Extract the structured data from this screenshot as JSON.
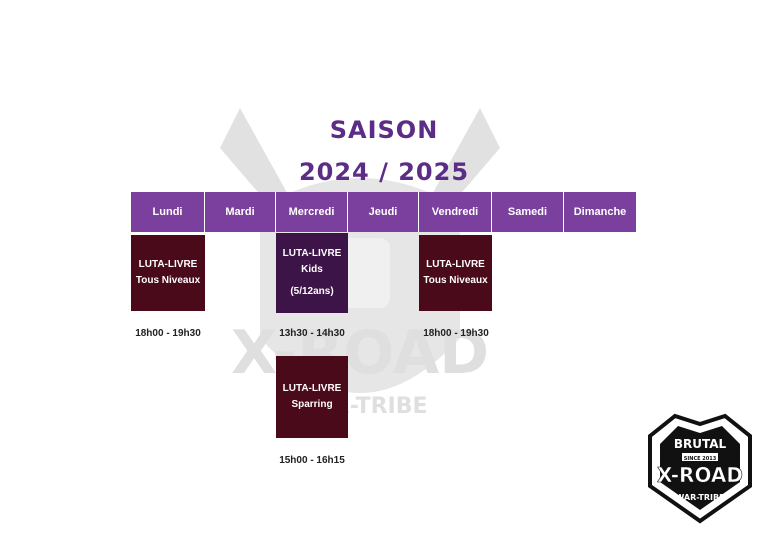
{
  "title": {
    "line1": "SAISON",
    "line2": "2024 / 2025"
  },
  "days": [
    "Lundi",
    "Mardi",
    "Mercredi",
    "Jeudi",
    "Vendredi",
    "Samedi",
    "Dimanche"
  ],
  "classes": [
    {
      "day": "Lundi",
      "line1": "LUTA-LIVRE",
      "line2": "Tous Niveaux",
      "line3": "",
      "time": "18h00 - 19h30"
    },
    {
      "day": "Mercredi",
      "line1": "LUTA-LIVRE",
      "line2": "Kids",
      "line3": "(5/12ans)",
      "time": "13h30 - 14h30"
    },
    {
      "day": "Vendredi",
      "line1": "LUTA-LIVRE",
      "line2": "Tous Niveaux",
      "line3": "",
      "time": "18h00 - 19h30"
    },
    {
      "day": "Mercredi",
      "line1": "LUTA-LIVRE",
      "line2": "Sparring",
      "line3": "",
      "time": "15h00 - 16h15"
    }
  ],
  "logo": {
    "top": "BRUTAL",
    "since": "SINCE 2013",
    "main": "X-ROAD",
    "bottom": "WAR-TRIBE"
  },
  "colors": {
    "header": "#7b3f9e",
    "title": "#5b2d86",
    "class_block": "#4a0a1a"
  }
}
